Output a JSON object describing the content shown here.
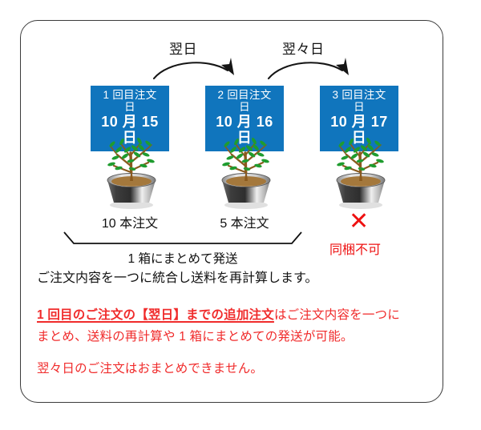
{
  "frame": {
    "border_color": "#3b3b3b"
  },
  "colors": {
    "chip_blue": "#1075bd",
    "red": "#f02b2b",
    "x_red": "#ee1111",
    "leaf_green": "#1f9c2f",
    "branch_brown": "#8a5a1e",
    "soil_brown": "#a4783c"
  },
  "arrows": [
    {
      "label": "翌日"
    },
    {
      "label": "翌々日"
    }
  ],
  "orders": [
    {
      "chip_top": "1 回目注文日",
      "chip_date": "10 月 15 日",
      "count": "10 本注文",
      "plant_name": "potted-plant-icon"
    },
    {
      "chip_top": "2 回目注文日",
      "chip_date": "10 月 16 日",
      "count": "5 本注文",
      "plant_name": "potted-plant-icon"
    },
    {
      "chip_top": "3 回目注文日",
      "chip_date": "10 月 17 日",
      "count": "",
      "plant_name": "potted-plant-icon"
    }
  ],
  "bracket": {
    "caption": "1 箱にまとめて発送"
  },
  "merge_note": "ご注文内容を一つに統合し送料を再計算します。",
  "not_allowed": {
    "mark": "✕",
    "label": "同梱不可"
  },
  "notice": {
    "line1_strong": "1 回目のご注文の【翌日】までの追加注文",
    "line1_rest": "はご注文内容を一つに",
    "line2": "まとめ、送料の再計算や 1 箱にまとめての発送が可能。",
    "line3": "翌々日のご注文はおまとめできません。"
  }
}
